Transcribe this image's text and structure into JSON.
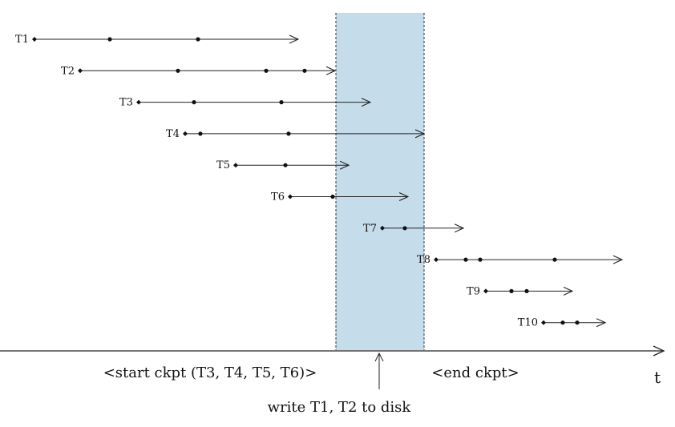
{
  "diagram": {
    "transactions": [
      {
        "label": "T1",
        "start": 43,
        "points": [
          137,
          247
        ],
        "end": 372
      },
      {
        "label": "T2",
        "start": 100,
        "points": [
          222,
          332,
          380
        ],
        "end": 418
      },
      {
        "label": "T3",
        "start": 173,
        "points": [
          242,
          351
        ],
        "end": 462
      },
      {
        "label": "T4",
        "start": 231,
        "points": [
          250,
          360
        ],
        "end": 529
      },
      {
        "label": "T5",
        "start": 294,
        "points": [
          356
        ],
        "end": 435
      },
      {
        "label": "T6",
        "start": 362,
        "points": [
          415
        ],
        "end": 509
      },
      {
        "label": "T7",
        "start": 477,
        "points": [
          505
        ],
        "end": 578
      },
      {
        "label": "T8",
        "start": 544,
        "points": [
          581,
          599,
          692
        ],
        "end": 776
      },
      {
        "label": "T9",
        "start": 606,
        "points": [
          638,
          657
        ],
        "end": 714
      },
      {
        "label": "T10",
        "start": 678,
        "points": [
          702,
          720
        ],
        "end": 755
      }
    ],
    "checkpoint_region": {
      "start": 419,
      "end": 529
    },
    "write_marker": 473,
    "labels": {
      "start_ckpt": "<start ckpt (T3, T4, T5, T6)>",
      "end_ckpt": "<end ckpt>",
      "write": "write T1, T2 to disk",
      "axis": "t"
    },
    "colors": {
      "region_fill": "#c5dcea",
      "line": "#222222"
    }
  }
}
